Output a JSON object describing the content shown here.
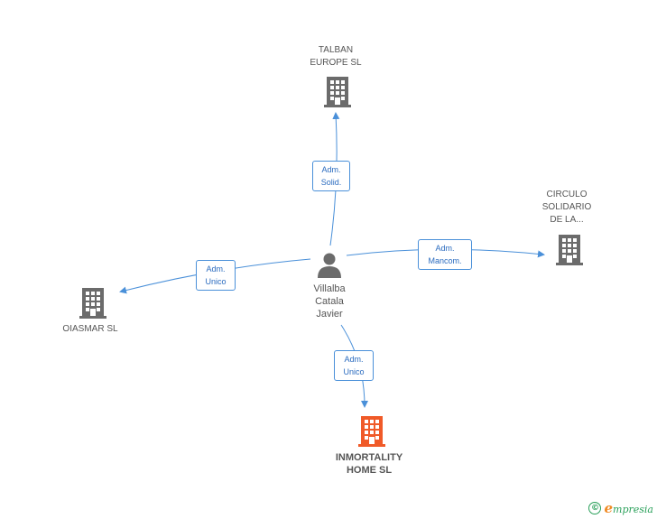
{
  "center": {
    "label": "Villalba\nCatala\nJavier",
    "icon": "person-icon"
  },
  "companies": [
    {
      "id": "talban",
      "label": "TALBAN\nEUROPE SL",
      "icon": "building-icon",
      "color": "#6b6b6b",
      "focus": false
    },
    {
      "id": "circulo",
      "label": "CIRCULO\nSOLIDARIO\nDE LA...",
      "icon": "building-icon",
      "color": "#6b6b6b",
      "focus": false
    },
    {
      "id": "oiasmar",
      "label": "OIASMAR SL",
      "icon": "building-icon",
      "color": "#6b6b6b",
      "focus": false
    },
    {
      "id": "inmortality",
      "label": "INMORTALITY\nHOME SL",
      "icon": "building-icon",
      "color": "#f05a28",
      "focus": true
    }
  ],
  "relations": [
    {
      "target": "talban",
      "label": "Adm.\nSolid."
    },
    {
      "target": "circulo",
      "label": "Adm.\nMancom."
    },
    {
      "target": "oiasmar",
      "label": "Adm.\nUnico"
    },
    {
      "target": "inmortality",
      "label": "Adm.\nUnico"
    }
  ],
  "colors": {
    "edge": "#4a90d9",
    "node": "#6b6b6b",
    "focus": "#f05a28",
    "brand": "#2aa05a"
  },
  "footer": {
    "copyright_symbol": "©",
    "brand_initial": "e",
    "brand_rest": "mpresia"
  }
}
